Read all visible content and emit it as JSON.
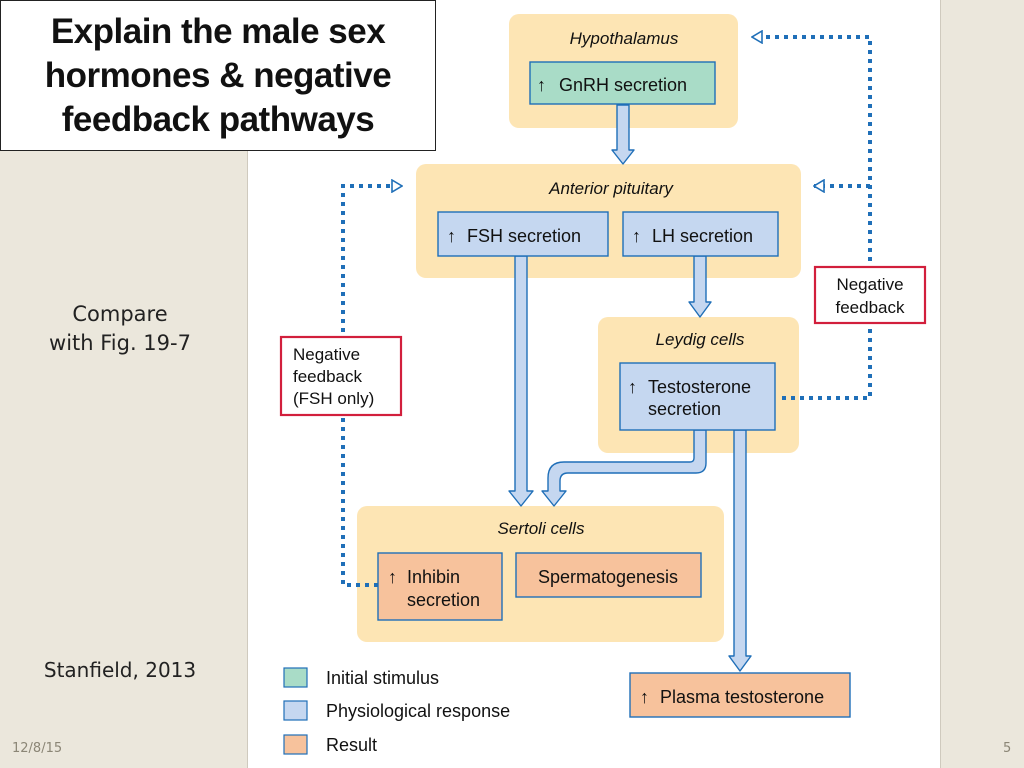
{
  "title": {
    "line1": "Explain the male sex",
    "line2": "hormones & negative",
    "line3": "feedback pathways"
  },
  "sidebar": {
    "compare_line1": "Compare",
    "compare_line2": "with Fig. 19-7",
    "citation": "Stanfield, 2013"
  },
  "footer": {
    "date": "12/8/15",
    "page": "5"
  },
  "colors": {
    "slide_bg": "#ebe7dc",
    "region_fill": "#fde5b4",
    "initial_stimulus": "#a9dcc7",
    "physiological_response": "#c5d7f0",
    "result": "#f7c29c",
    "feedback_border": "#d21f3c",
    "feedback_dots": "#1f6fb8"
  },
  "diagram": {
    "hypothalamus": {
      "label": "Hypothalamus",
      "gnrh": "GnRH secretion"
    },
    "anterior_pituitary": {
      "label": "Anterior pituitary",
      "fsh": "FSH secretion",
      "lh": "LH secretion"
    },
    "leydig": {
      "label": "Leydig cells",
      "testo_line1": "Testosterone",
      "testo_line2": "secretion"
    },
    "sertoli": {
      "label": "Sertoli cells",
      "inhibin_line1": "Inhibin",
      "inhibin_line2": "secretion",
      "spermatogenesis": "Spermatogenesis"
    },
    "plasma": "Plasma testosterone",
    "feedback_left": {
      "line1": "Negative",
      "line2": "feedback",
      "line3": "(FSH only)"
    },
    "feedback_right": {
      "line1": "Negative",
      "line2": "feedback"
    },
    "up_arrow": "↑"
  },
  "legend": [
    {
      "label": "Initial stimulus",
      "color": "#a9dcc7"
    },
    {
      "label": "Physiological response",
      "color": "#c5d7f0"
    },
    {
      "label": "Result",
      "color": "#f7c29c"
    }
  ]
}
